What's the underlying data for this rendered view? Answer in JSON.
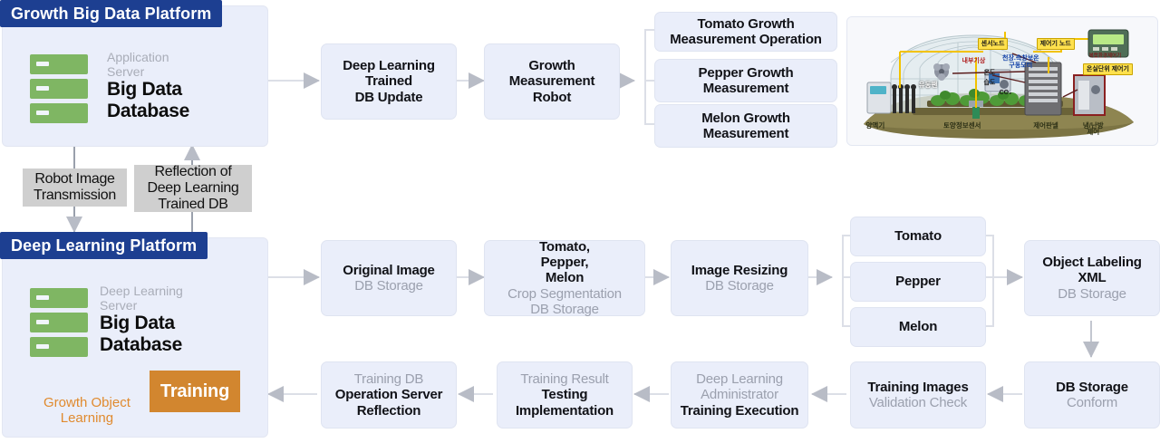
{
  "platforms": {
    "growth": {
      "title": "Growth Big Data Platform",
      "server_sub": "Application\nServer",
      "server_sub_l1": "Application",
      "server_sub_l2": "Server",
      "server_main_l1": "Big Data",
      "server_main_l2": "Database"
    },
    "deep": {
      "title": "Deep Learning Platform",
      "server_sub_l1": "Deep Learning",
      "server_sub_l2": "Server",
      "server_main_l1": "Big Data",
      "server_main_l2": "Database",
      "training_label": "Training",
      "growth_object_l1": "Growth Object",
      "growth_object_l2": "Learning"
    }
  },
  "connector_chips": [
    {
      "l1": "Robot Image",
      "l2": "Transmission"
    },
    {
      "l1": "Reflection of",
      "l2": "Deep Learning",
      "l3": "Trained DB"
    }
  ],
  "top_flow": [
    {
      "bold": [
        "Deep Learning",
        "Trained",
        "DB Update"
      ],
      "light": []
    },
    {
      "bold": [
        "Growth",
        "Measurement",
        "Robot"
      ],
      "light": []
    }
  ],
  "measurement_branches": [
    {
      "bold": [
        "Tomato Growth",
        "Measurement Operation"
      ]
    },
    {
      "bold": [
        "Pepper Growth",
        "Measurement"
      ]
    },
    {
      "bold": [
        "Melon Growth",
        "Measurement"
      ]
    }
  ],
  "middle_flow": [
    {
      "bold": [
        "Original Image"
      ],
      "light": [
        "DB Storage"
      ]
    },
    {
      "bold": [
        "Tomato,",
        "Pepper,",
        "Melon"
      ],
      "light": [
        "Crop Segmentation",
        "DB Storage"
      ]
    },
    {
      "bold": [
        "Image Resizing"
      ],
      "light": [
        "DB Storage"
      ]
    }
  ],
  "crop_branches": [
    {
      "bold": [
        "Tomato"
      ]
    },
    {
      "bold": [
        "Pepper"
      ]
    },
    {
      "bold": [
        "Melon"
      ]
    }
  ],
  "object_labeling": {
    "bold": [
      "Object Labeling",
      "XML"
    ],
    "light": [
      "DB Storage"
    ]
  },
  "bottom_flow": [
    {
      "bold": [
        "DB Storage"
      ],
      "light": [
        "Conform"
      ],
      "order": "bold-first"
    },
    {
      "bold": [
        "Training Images"
      ],
      "light": [
        "Validation Check"
      ],
      "order": "bold-first"
    },
    {
      "bold": [
        "Training Execution"
      ],
      "light": [
        "Deep Learning",
        "Administrator"
      ],
      "order": "light-first"
    },
    {
      "bold": [
        "Testing",
        "Implementation"
      ],
      "light": [
        "Training Result"
      ],
      "order": "light-first"
    },
    {
      "bold": [
        "Operation Server",
        "Reflection"
      ],
      "light": [
        "Training DB"
      ],
      "order": "light-first"
    }
  ],
  "greenhouse": {
    "labels_yellow": [
      {
        "text": "센서노드"
      },
      {
        "text": "제어기 노드"
      },
      {
        "text": "온실단위 제어기"
      }
    ],
    "labels_inner": [
      {
        "text": "내부기상"
      },
      {
        "text": "천장.측창보온",
        "text2": "구동모터"
      },
      {
        "text": "온도"
      },
      {
        "text": "습도"
      },
      {
        "text": "CO₂"
      },
      {
        "text": "유동팬"
      }
    ],
    "labels_ground": [
      {
        "text": "양액기"
      },
      {
        "text": "토양정보센서"
      },
      {
        "text": "제어판넬"
      },
      {
        "text": "냉/난방",
        "text2": "제어"
      }
    ],
    "device_caption": "복합환경제어기"
  },
  "colors": {
    "header_blue": "#1d3f91",
    "panel_bg": "#eaeefa",
    "box_bg": "#eaeefa",
    "server_green": "#7fb663",
    "training_orange": "#d2862f",
    "accent_orange": "#e08a2e",
    "arrow_gray": "#b8bcc6",
    "chip_gray": "#cfcfcf",
    "dark_arrow": "#4a5a63"
  }
}
